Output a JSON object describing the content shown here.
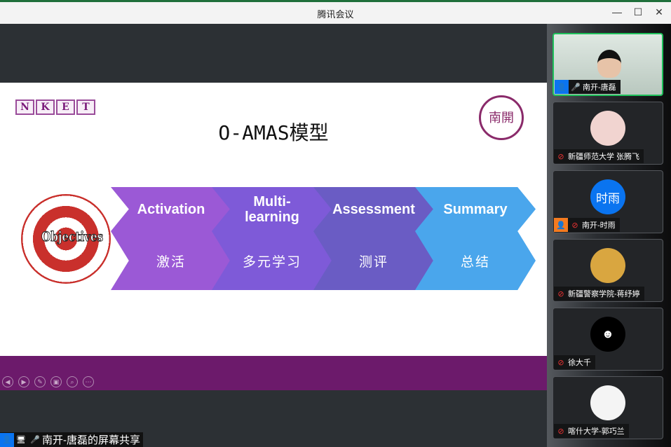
{
  "window": {
    "title": "腾讯会议",
    "minimize": "—",
    "maximize": "☐",
    "close": "✕"
  },
  "slide": {
    "logo": [
      "N",
      "K",
      "E",
      "T"
    ],
    "title": "O-AMAS模型",
    "seal": "南開",
    "target_label": "Objectives",
    "steps": [
      {
        "en": "Activation",
        "zh": "激活",
        "color": "#9b59d6"
      },
      {
        "en": "Multi-\nlearning",
        "zh": "多元学习",
        "color": "#7e5ad8"
      },
      {
        "en": "Assessment",
        "zh": "测评",
        "color": "#6a5cc4"
      },
      {
        "en": "Summary",
        "zh": "总结",
        "color": "#4aa6ec"
      }
    ]
  },
  "controls": [
    "◀",
    "▶",
    "✎",
    "▣",
    "⌕",
    "⋯"
  ],
  "participants": [
    {
      "name": "南开-唐磊",
      "avatar": "",
      "mic": "on",
      "active": true
    },
    {
      "name": "新疆师范大学  张腾飞",
      "avatar": "",
      "mic": "muted",
      "color": "#f1d4d0"
    },
    {
      "name": "南开-时雨",
      "avatar": "时雨",
      "mic": "muted",
      "color": "#0a74f0"
    },
    {
      "name": "新疆警察学院-蒋纾婷",
      "avatar": "",
      "mic": "muted",
      "color": "#d9a640"
    },
    {
      "name": "徐大千",
      "avatar": "☻",
      "mic": "muted",
      "color": "#000"
    },
    {
      "name": "喀什大学-郭巧兰",
      "avatar": "",
      "mic": "muted",
      "color": "#f4f4f4"
    }
  ],
  "share_label": "南开-唐磊的屏幕共享"
}
